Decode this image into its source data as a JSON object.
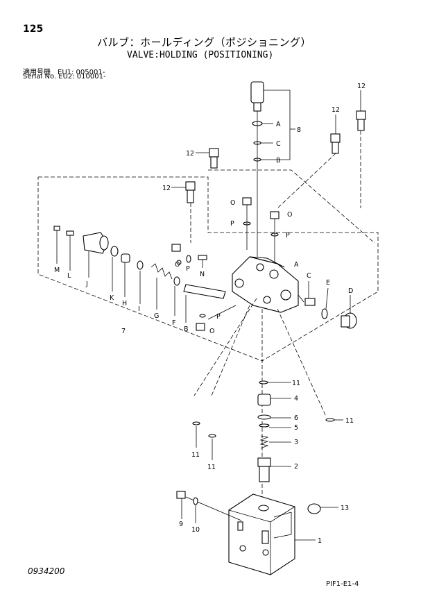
{
  "header": {
    "page_number": "125",
    "title_jp": "バルブ：ホールディング（ポジショニング）",
    "title_en": "VALVE:HOLDING (POSITIONING)",
    "serial_jp": "適用号機　EU1: 005001-",
    "serial_en": "Serial No. EU2: 010001-"
  },
  "footer": {
    "doc_number": "0934200",
    "sheet_code": "PIF1-E1-4"
  },
  "callouts": {
    "top_A": "A",
    "top_B": "B",
    "top_C": "C",
    "top_8": "8",
    "screw_12_a": "12",
    "screw_12_b": "12",
    "screw_12_c": "12",
    "screw_12_d": "12",
    "M": "M",
    "L": "L",
    "J": "J",
    "K": "K",
    "H": "H",
    "I": "I",
    "G": "G",
    "F": "F",
    "B_left": "B",
    "N": "N",
    "P_left": "P",
    "O_left": "O",
    "P_upper": "P",
    "O_upper": "O",
    "P_right": "P",
    "A_right": "A",
    "C_right": "C",
    "E": "E",
    "D": "D",
    "P_lower": "P",
    "O_lower": "O",
    "assy_7": "7",
    "p11_a": "11",
    "p4": "4",
    "p6": "6",
    "p5": "5",
    "p3": "3",
    "p2": "2",
    "p11_b": "11",
    "p11_c": "11",
    "p11_d": "11",
    "p13": "13",
    "p1": "1",
    "p9": "9",
    "p10": "10"
  }
}
